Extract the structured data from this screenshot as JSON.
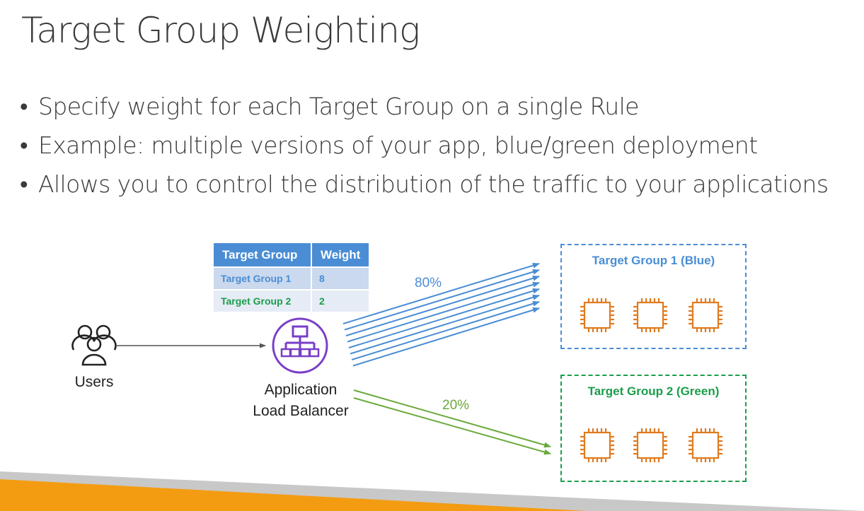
{
  "slide": {
    "title": "Target Group Weighting",
    "bullets": [
      "Specify weight for each Target Group on a single Rule",
      "Example: multiple versions of your app, blue/green deployment",
      "Allows you to control the distribution of the traffic to your applications"
    ]
  },
  "table": {
    "headers": [
      "Target Group",
      "Weight"
    ],
    "rows": [
      {
        "group": "Target Group 1",
        "weight": "8"
      },
      {
        "group": "Target Group 2",
        "weight": "2"
      }
    ]
  },
  "diagram": {
    "users_label": "Users",
    "alb_label_line1": "Application",
    "alb_label_line2": "Load Balancer",
    "blue_percent": "80%",
    "green_percent": "20%",
    "blue_group_title": "Target Group 1 (Blue)",
    "green_group_title": "Target Group 2 (Green)",
    "blue_instances": [
      "ec2-chip-icon",
      "ec2-chip-icon",
      "ec2-chip-icon"
    ],
    "green_instances": [
      "ec2-chip-icon",
      "ec2-chip-icon",
      "ec2-chip-icon"
    ]
  },
  "colors": {
    "blue": "#4a8dd4",
    "green": "#1a9e4a",
    "green_arrow": "#6aa93b",
    "alb_purple": "#7a3ec8",
    "chip_orange": "#e07a1f",
    "footer_orange": "#f39c12"
  }
}
